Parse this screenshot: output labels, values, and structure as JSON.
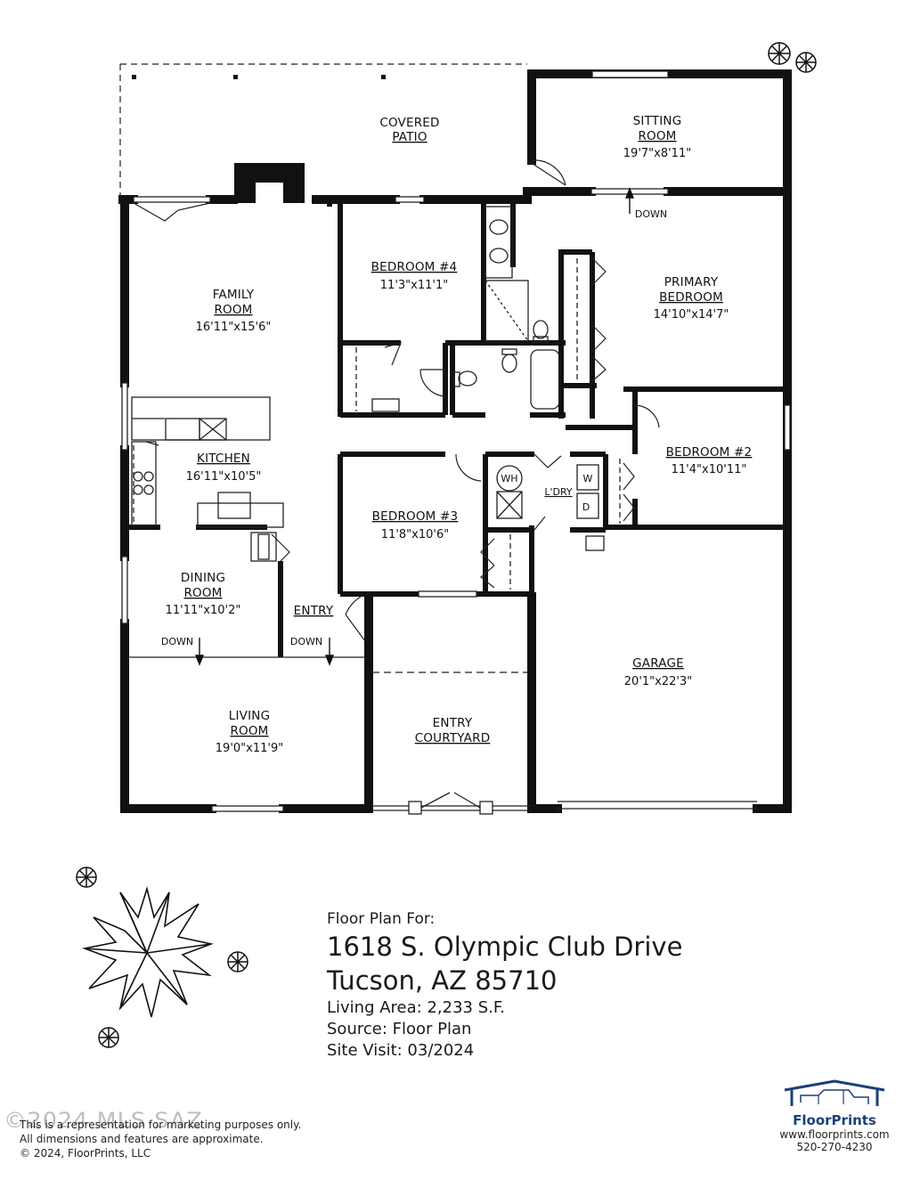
{
  "rooms": {
    "covered_patio": {
      "name1": "COVERED",
      "name2": "PATIO"
    },
    "sitting_room": {
      "name1": "SITTING",
      "name2": "ROOM",
      "dim": "19'7\"x8'11\""
    },
    "bedroom4": {
      "name1": "BEDROOM #4",
      "dim": "11'3\"x11'1\""
    },
    "primary_bedroom": {
      "name1": "PRIMARY",
      "name2": "BEDROOM",
      "dim": "14'10\"x14'7\""
    },
    "family_room": {
      "name1": "FAMILY",
      "name2": "ROOM",
      "dim": "16'11\"x15'6\""
    },
    "kitchen": {
      "name1": "KITCHEN",
      "dim": "16'11\"x10'5\""
    },
    "bedroom2": {
      "name1": "BEDROOM #2",
      "dim": "11'4\"x10'11\""
    },
    "bedroom3": {
      "name1": "BEDROOM #3",
      "dim": "11'8\"x10'6\""
    },
    "laundry": {
      "name1": "L'DRY"
    },
    "dining_room": {
      "name1": "DINING",
      "name2": "ROOM",
      "dim": "11'11\"x10'2\""
    },
    "entry": {
      "name1": "ENTRY"
    },
    "garage": {
      "name1": "GARAGE",
      "dim": "20'1\"x22'3\""
    },
    "living_room": {
      "name1": "LIVING",
      "name2": "ROOM",
      "dim": "19'0\"x11'9\""
    },
    "entry_courtyard": {
      "name1": "ENTRY",
      "name2": "COURTYARD"
    }
  },
  "annotations": {
    "down": "DOWN",
    "water_heater": "WH",
    "washer": "W",
    "dryer": "D"
  },
  "info": {
    "intro": "Floor Plan For:",
    "address_line1": "1618 S. Olympic Club Drive",
    "address_line2": "Tucson, AZ  85710",
    "living_area": "Living Area:  2,233 S.F.",
    "source": "Source:  Floor Plan",
    "site_visit": "Site Visit:  03/2024"
  },
  "disclaimer": {
    "line1": "This is a representation for marketing purposes only.",
    "line2": "All dimensions and features are approximate.",
    "line3": "© 2024, FloorPrints, LLC"
  },
  "watermark": "©2024 MLS SAZ",
  "brand": {
    "name_part1": "Floor",
    "name_part2": "Prints",
    "website": "www.floorprints.com",
    "phone": "520-270-4230",
    "color": "#1c3f7a"
  }
}
